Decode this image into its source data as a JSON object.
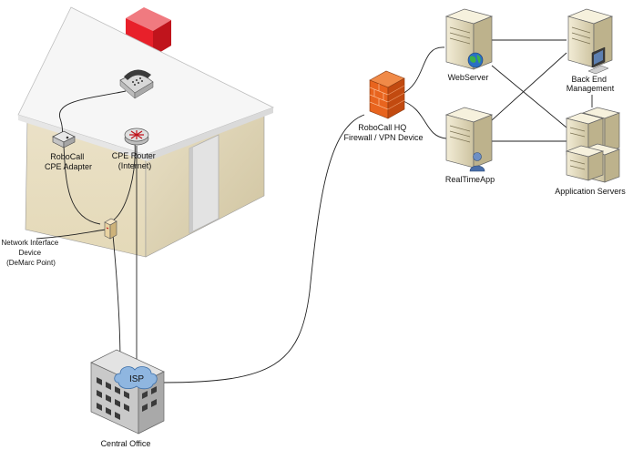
{
  "labels": {
    "cpe_adapter": [
      "RoboCall",
      "CPE Adapter"
    ],
    "cpe_router": [
      "CPE Router",
      "(Internet)"
    ],
    "nid": [
      "Network Interface",
      "Device",
      "(DeMarc Point)"
    ],
    "central_office": "Central Office",
    "isp": "ISP",
    "firewall": [
      "RoboCall HQ",
      "Firewall / VPN Device"
    ],
    "webserver": "WebServer",
    "realtimeapp": "RealTimeApp",
    "backend": [
      "Back End",
      "Management"
    ],
    "app_servers": "Application Servers"
  },
  "icons": [
    "house",
    "telephone-icon",
    "adapter-icon",
    "router-icon",
    "nid-icon",
    "building-icon",
    "cloud-icon",
    "firewall-icon",
    "server-icon",
    "globe-icon",
    "user-icon",
    "monitor-icon"
  ],
  "colors": {
    "roof": "#f4f4f4",
    "wall_light": "#f3ecda",
    "wall_dark": "#d9cfae",
    "chimney": "#e8202a",
    "server": "#e6dfc4",
    "firewall": "#e8641e",
    "cloud": "#8fb6e0"
  }
}
